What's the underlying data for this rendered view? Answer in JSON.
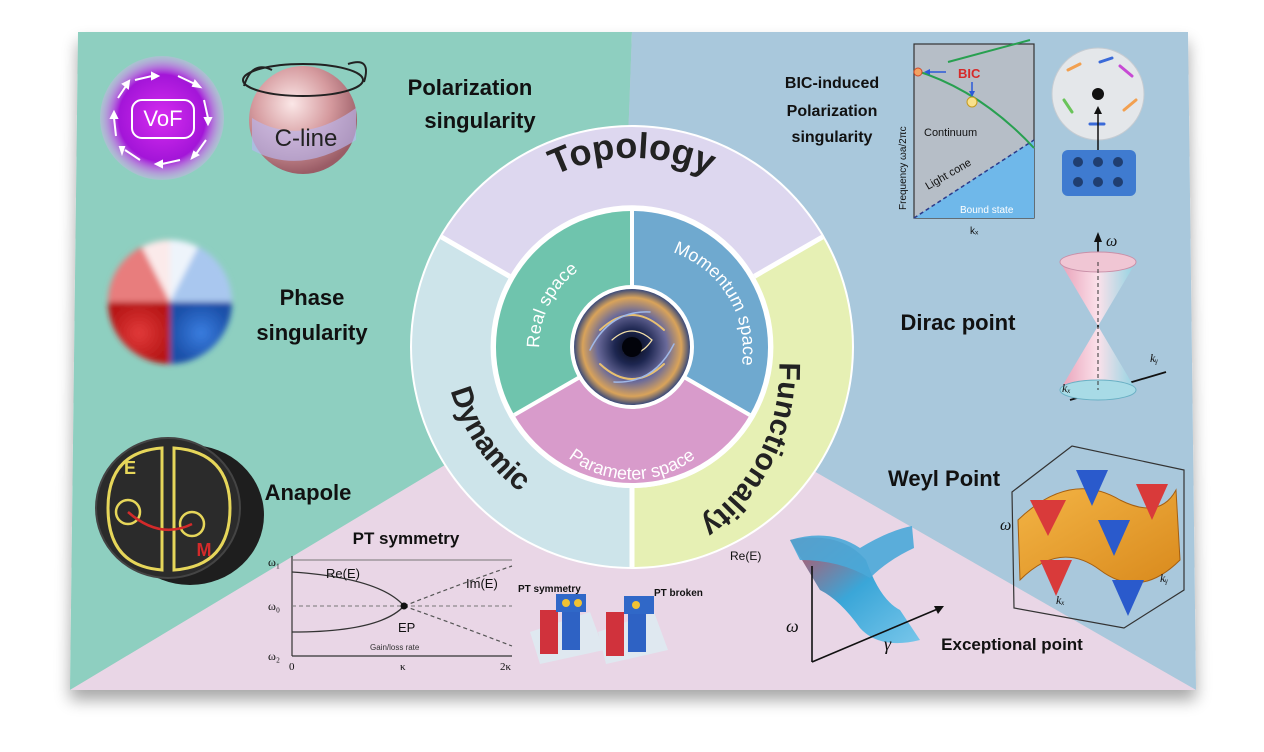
{
  "colors": {
    "teal_panel": "#8ecfc0",
    "blue_panel": "#a9c8dc",
    "pink_panel": "#e9d6e6",
    "topology_ring": "#ddd7ef",
    "functionality_ring": "#e6f0b4",
    "dynamic_ring": "#cde4ea",
    "real_space": "#6fc4ad",
    "momentum_space": "#6fa9cf",
    "parameter_space": "#d89bcb"
  },
  "center": {
    "ring_labels": {
      "topology": "Topology",
      "functionality": "Functionality",
      "dynamic": "Dynamic"
    },
    "spaces": {
      "real": "Real space",
      "momentum": "Momentum space",
      "parameter": "Parameter space"
    }
  },
  "left_panel": {
    "vof_label": "VoF",
    "cline_label": "C-line",
    "polarization": [
      "Polarization",
      "singularity"
    ],
    "phase": [
      "Phase",
      "singularity"
    ],
    "anapole": "Anapole",
    "anapole_e": "E",
    "anapole_m": "M"
  },
  "right_panel": {
    "bic_title": [
      "BIC-induced",
      "Polarization",
      "singularity"
    ],
    "bic_plot": {
      "bic": "BIC",
      "continuum": "Continuum",
      "light_cone": "Light cone",
      "bound_state": "Bound state",
      "ylabel": "Frequency ωa/2πc",
      "xlabel": "kₓ"
    },
    "dirac": "Dirac point",
    "dirac_axes": {
      "omega": "ω",
      "kx": "kₓ",
      "ky": "kᵧ"
    },
    "weyl": "Weyl Point",
    "weyl_axes": {
      "omega": "ω",
      "kx": "kₓ",
      "ky": "kᵧ"
    }
  },
  "bottom_panel": {
    "pt_title": "PT symmetry",
    "pt_plot": {
      "w1": "ω₁",
      "w0": "ω₀",
      "w2": "ω₂",
      "re": "Re(E)",
      "im": "Im(E)",
      "ep": "EP",
      "gain": "Gain/loss rate",
      "x0": "0",
      "xk": "κ",
      "x2k": "2κ"
    },
    "pt_symmetry_small": "PT symmetry",
    "pt_broken": "PT broken",
    "re_e": "Re(E)",
    "omega": "ω",
    "gamma": "γ",
    "exceptional": "Exceptional point"
  }
}
